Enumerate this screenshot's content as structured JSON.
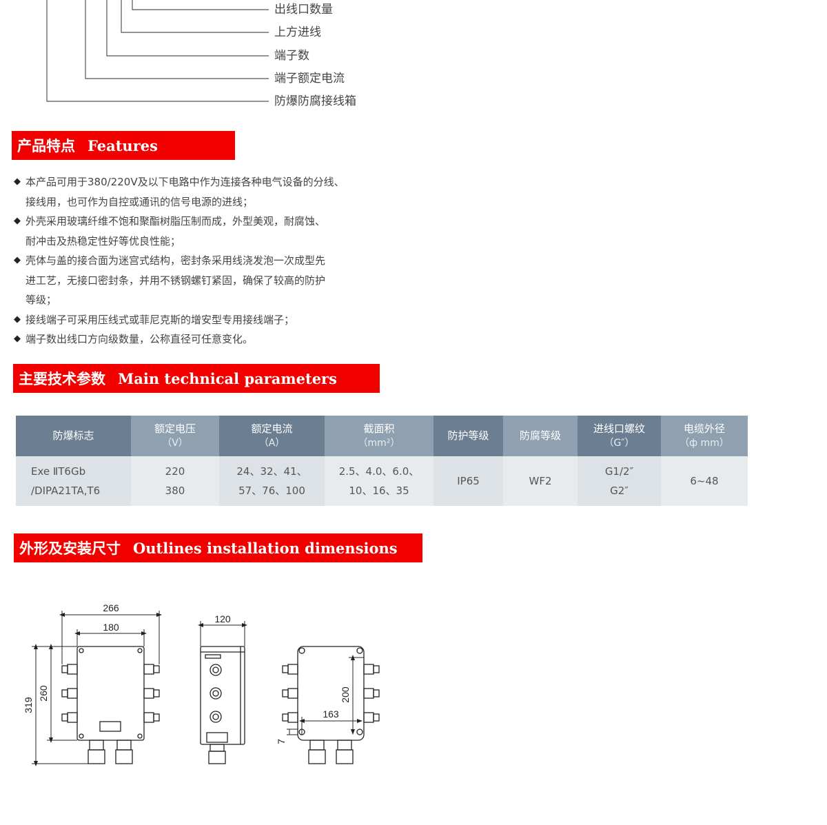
{
  "legend": {
    "labels": [
      "出线口数量",
      "上方进线",
      "端子数",
      "端子额定电流",
      "防爆防腐接线箱"
    ]
  },
  "features_section": {
    "title_zh": "产品特点",
    "title_en": "Features"
  },
  "features": [
    [
      "本产品可用于380/220V及以下电路中作为连接各种电气设备的分线、",
      "接线用，也可作为自控或通讯的信号电源的进线；"
    ],
    [
      "外壳采用玻璃纤维不饱和聚酯树脂压制而成，外型美观，耐腐蚀、",
      "耐冲击及热稳定性好等优良性能；"
    ],
    [
      "壳体与盖的接合面为迷宫式结构，密封条采用线浇发泡一次成型先",
      "进工艺，无接口密封条，并用不锈钢螺钉紧固，确保了较高的防护",
      "等级；"
    ],
    [
      "接线端子可采用压线式或菲尼克斯的增安型专用接线端子；"
    ],
    [
      "端子数出线口方向级数量，公称直径可任意变化。"
    ]
  ],
  "feature_bullet": "◆",
  "params_section": {
    "title_zh": "主要技术参数",
    "title_en": "Main  technical parameters"
  },
  "params_table": {
    "headers": [
      {
        "label": "防爆标志",
        "unit": ""
      },
      {
        "label": "额定电压",
        "unit": "（V）"
      },
      {
        "label": "额定电流",
        "unit": "（A）"
      },
      {
        "label": "截面积",
        "unit": "（mm²）"
      },
      {
        "label": "防护等级",
        "unit": ""
      },
      {
        "label": "防腐等级",
        "unit": ""
      },
      {
        "label": "进线口螺纹",
        "unit": "（G″）"
      },
      {
        "label": "电缆外径",
        "unit": "（ф mm）"
      }
    ],
    "row": [
      [
        "Exe  ⅡT6Gb",
        "/DIPA21TA,T6"
      ],
      [
        "220",
        "380"
      ],
      [
        "24、32、41、",
        "57、76、100"
      ],
      [
        "2.5、4.0、6.0、",
        "10、16、35"
      ],
      [
        "IP65"
      ],
      [
        "WF2"
      ],
      [
        "G1/2″",
        "G2″"
      ],
      [
        "6~48"
      ]
    ]
  },
  "outline_section": {
    "title_zh": "外形及安装尺寸",
    "title_en": "Outlines  installation dimensions"
  },
  "dimensions": {
    "width_overall": "266",
    "width_mount": "180",
    "height_overall": "319",
    "height_body": "260",
    "depth": "120",
    "mount_width": "163",
    "mount_height": "200",
    "hole": "7"
  },
  "colors": {
    "section_red": "#f20000",
    "header_dark": "#6c7f92",
    "header_light": "#8fa0b0"
  }
}
